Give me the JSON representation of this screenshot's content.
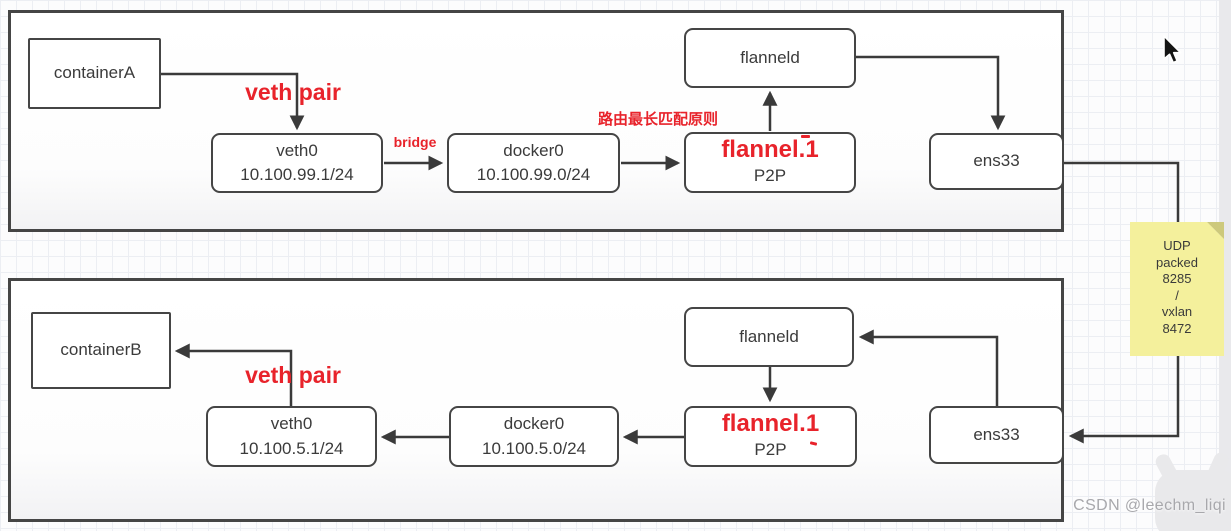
{
  "host_a": {
    "container": "containerA",
    "veth_name": "veth0",
    "veth_ip": "10.100.99.1/24",
    "docker_name": "docker0",
    "docker_ip": "10.100.99.0/24",
    "flannel_name": "flannel.1",
    "flannel_mode": "P2P",
    "flanneld": "flanneld",
    "ens": "ens33",
    "veth_pair_label": "veth pair",
    "bridge_label": "bridge",
    "route_note": "路由最长匹配原则"
  },
  "host_b": {
    "container": "containerB",
    "veth_name": "veth0",
    "veth_ip": "10.100.5.1/24",
    "docker_name": "docker0",
    "docker_ip": "10.100.5.0/24",
    "flannel_name": "flannel.1",
    "flannel_mode": "P2P",
    "flanneld": "flanneld",
    "ens": "ens33",
    "veth_pair_label": "veth pair"
  },
  "sticky_note": {
    "lines": [
      "UDP",
      "packed",
      "8285",
      "/",
      "vxlan",
      "8472"
    ]
  },
  "watermark": "CSDN @leechm_liqi",
  "colors": {
    "accent_red": "#e8232b",
    "note_yellow": "#f4f09c",
    "line_dark": "#3a3a3a",
    "border_dark": "#454545"
  }
}
